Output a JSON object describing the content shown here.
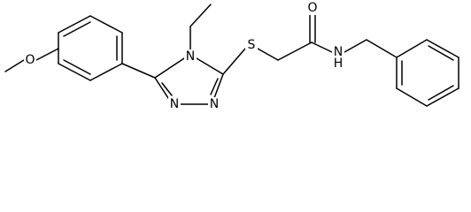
{
  "structure": {
    "atoms": [
      {
        "id": "O_methoxy",
        "label": "O"
      },
      {
        "id": "N4",
        "label": "N"
      },
      {
        "id": "S",
        "label": "S"
      },
      {
        "id": "O_carbonyl",
        "label": "O"
      },
      {
        "id": "NH",
        "label": "N"
      },
      {
        "id": "H",
        "label": "H"
      },
      {
        "id": "N1",
        "label": "N"
      },
      {
        "id": "N2",
        "label": "N"
      }
    ]
  }
}
